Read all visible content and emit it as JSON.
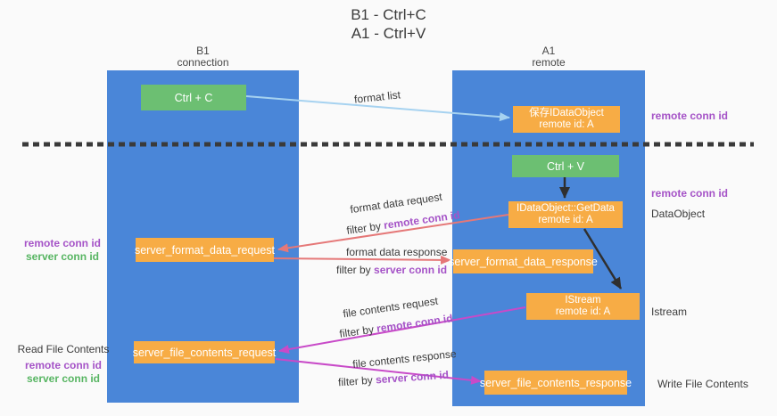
{
  "title": {
    "line1": "B1 - Ctrl+C",
    "line2": "A1 - Ctrl+V"
  },
  "columns": {
    "b1": {
      "name": "B1",
      "role": "connection"
    },
    "a1": {
      "name": "A1",
      "role": "remote"
    }
  },
  "nodes": {
    "ctrl_c": "Ctrl + C",
    "ctrl_v": "Ctrl + V",
    "save_dataobject": {
      "line1": "保存IDataObject",
      "line2": "remote id: A"
    },
    "getdata": {
      "line1": "IDataObject::GetData",
      "line2": "remote id: A"
    },
    "istream": {
      "line1": "IStream",
      "line2": "remote id: A"
    },
    "format_request": "server_format_data_request",
    "format_response": "server_format_data_response",
    "file_request": "server_file_contents_request",
    "file_response": "server_file_contents_response"
  },
  "messages": {
    "format_list": "format list",
    "format_data_request": "format data request",
    "format_data_response": "format data response",
    "file_contents_request": "file contents request",
    "file_contents_response": "file contents response",
    "filter_by": "filter by",
    "remote_conn_id": "remote conn id",
    "server_conn_id": "server conn id"
  },
  "side_labels": {
    "remote_conn_id_top": "remote conn id",
    "remote_conn_id_mid": "remote conn id",
    "dataobject": "DataObject",
    "istream": "Istream",
    "write_file_contents": "Write File Contents",
    "read_file_contents": "Read File Contents",
    "remote_conn_id": "remote conn id",
    "server_conn_id": "server conn id"
  },
  "colors": {
    "bg": "#fafafa",
    "blue": "#4a86d8",
    "green": "#6cbf72",
    "orange": "#f7ac45",
    "lightblue": "#a6d2f0",
    "salmon": "#e57878",
    "magenta": "#c84ac8",
    "purple": "#a553c7",
    "greentext": "#57b562",
    "ink": "#3b3b3b",
    "arrowdark": "#2f2f2f",
    "dash": "#3a3a3a"
  }
}
